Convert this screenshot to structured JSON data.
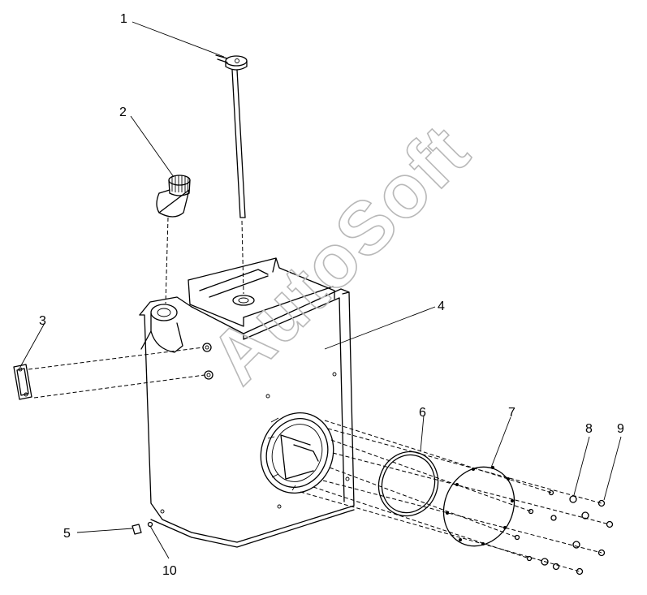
{
  "watermark": "AutoSoft",
  "callouts": [
    {
      "id": "1",
      "text": "1"
    },
    {
      "id": "2",
      "text": "2"
    },
    {
      "id": "3",
      "text": "3"
    },
    {
      "id": "4",
      "text": "4"
    },
    {
      "id": "5",
      "text": "5"
    },
    {
      "id": "6",
      "text": "6"
    },
    {
      "id": "7",
      "text": "7"
    },
    {
      "id": "8",
      "text": "8"
    },
    {
      "id": "9",
      "text": "9"
    },
    {
      "id": "10",
      "text": "10"
    }
  ]
}
